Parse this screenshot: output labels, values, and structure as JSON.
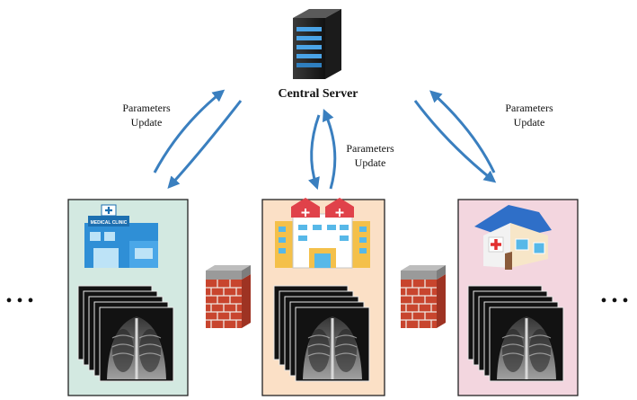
{
  "server": {
    "title": "Central Server"
  },
  "links": [
    {
      "line1": "Parameters",
      "line2": "Update"
    },
    {
      "line1": "Parameters",
      "line2": "Update"
    },
    {
      "line1": "Parameters",
      "line2": "Update"
    }
  ],
  "clients": [
    {
      "building": "medical-clinic-icon",
      "sign": "MEDICAL CLINIC",
      "panel_color": "#d3e9e1"
    },
    {
      "building": "hospital-icon",
      "panel_color": "#fbe0c6"
    },
    {
      "building": "house-clinic-icon",
      "panel_color": "#f3d6df"
    }
  ],
  "ellipsis": "• • •",
  "colors": {
    "arrow": "#3a7fbf",
    "panel_border": "#222222",
    "firewall_brick": "#c8452e"
  }
}
